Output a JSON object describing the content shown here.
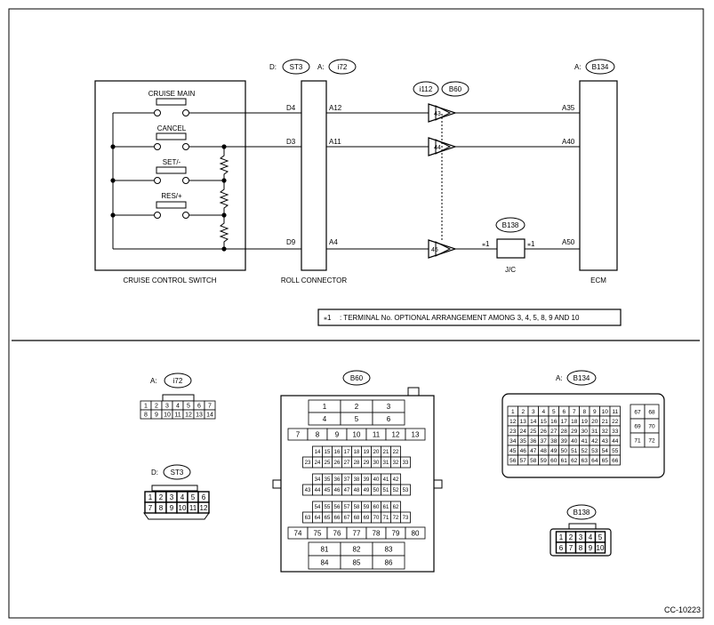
{
  "components": {
    "cruise_switch": {
      "label": "CRUISE CONTROL SWITCH",
      "switches": [
        "CRUISE MAIN",
        "CANCEL",
        "SET/-",
        "RES/+"
      ]
    },
    "roll_connector": {
      "label": "ROLL CONNECTOR"
    },
    "ecm": {
      "label": "ECM"
    },
    "jc": {
      "label": "J/C"
    }
  },
  "connector_tags": {
    "st3": {
      "prefix": "D:",
      "code": "ST3"
    },
    "i72": {
      "prefix": "A:",
      "code": "i72"
    },
    "i112": {
      "code": "i112"
    },
    "b60": {
      "code": "B60"
    },
    "b134": {
      "prefix": "A:",
      "code": "B134"
    },
    "b138": {
      "code": "B138"
    }
  },
  "wires": [
    {
      "left": "D4",
      "right": "A12",
      "pin": "43",
      "ecm": "A35"
    },
    {
      "left": "D3",
      "right": "A11",
      "pin": "44",
      "ecm": "A40"
    },
    {
      "left": "D9",
      "right": "A4",
      "pin": "45",
      "ecm": "A50"
    }
  ],
  "jc_marks": {
    "left": "⁎1",
    "right": "⁎1"
  },
  "note": {
    "mark": "⁎1",
    "text": ": TERMINAL No. OPTIONAL ARRANGEMENT AMONG 3, 4, 5, 8, 9 AND 10"
  },
  "faces": {
    "i72": {
      "prefix": "A:",
      "code": "i72",
      "rows": [
        [
          "1",
          "2",
          "3",
          "4",
          "5",
          "6",
          "7"
        ],
        [
          "8",
          "9",
          "10",
          "11",
          "12",
          "13",
          "14"
        ]
      ]
    },
    "st3": {
      "prefix": "D:",
      "code": "ST3",
      "rows": [
        [
          "1",
          "2",
          "3",
          "4",
          "5",
          "6"
        ],
        [
          "7",
          "8",
          "9",
          "10",
          "11",
          "12"
        ]
      ]
    },
    "b60": {
      "code": "B60",
      "rows": [
        [
          "1",
          "2",
          "3"
        ],
        [
          "4",
          "5",
          "6"
        ],
        [
          "7",
          "8",
          "9",
          "10",
          "11",
          "12",
          "13"
        ],
        [
          "14",
          "15",
          "16",
          "17",
          "18",
          "19",
          "20",
          "21",
          "22"
        ],
        [
          "23",
          "24",
          "25",
          "26",
          "27",
          "28",
          "29",
          "30",
          "31",
          "32",
          "33"
        ],
        [
          "34",
          "35",
          "36",
          "37",
          "38",
          "39",
          "40",
          "41",
          "42"
        ],
        [
          "43",
          "44",
          "45",
          "46",
          "47",
          "48",
          "49",
          "50",
          "51",
          "52",
          "53"
        ],
        [
          "54",
          "55",
          "56",
          "57",
          "58",
          "59",
          "60",
          "61",
          "62"
        ],
        [
          "63",
          "64",
          "65",
          "66",
          "67",
          "68",
          "69",
          "70",
          "71",
          "72",
          "73"
        ],
        [
          "74",
          "75",
          "76",
          "77",
          "78",
          "79",
          "80"
        ],
        [
          "81",
          "82",
          "83"
        ],
        [
          "84",
          "85",
          "86"
        ]
      ]
    },
    "b134": {
      "prefix": "A:",
      "code": "B134",
      "rows": [
        [
          "1",
          "2",
          "3",
          "4",
          "5",
          "6",
          "7",
          "8",
          "9",
          "10",
          "11"
        ],
        [
          "12",
          "13",
          "14",
          "15",
          "16",
          "17",
          "18",
          "19",
          "20",
          "21",
          "22"
        ],
        [
          "23",
          "24",
          "25",
          "26",
          "27",
          "28",
          "29",
          "30",
          "31",
          "32",
          "33"
        ],
        [
          "34",
          "35",
          "36",
          "37",
          "38",
          "39",
          "40",
          "41",
          "42",
          "43",
          "44"
        ],
        [
          "45",
          "46",
          "47",
          "48",
          "49",
          "50",
          "51",
          "52",
          "53",
          "54",
          "55"
        ],
        [
          "56",
          "57",
          "58",
          "59",
          "60",
          "61",
          "62",
          "63",
          "64",
          "65",
          "66"
        ]
      ],
      "side_rows": [
        [
          "67",
          "68"
        ],
        [
          "69",
          "70"
        ],
        [
          "71",
          "72"
        ]
      ]
    },
    "b138": {
      "code": "B138",
      "rows": [
        [
          "1",
          "2",
          "3",
          "4",
          "5"
        ],
        [
          "6",
          "7",
          "8",
          "9",
          "10"
        ]
      ]
    }
  },
  "figure_code": "CC-10223"
}
